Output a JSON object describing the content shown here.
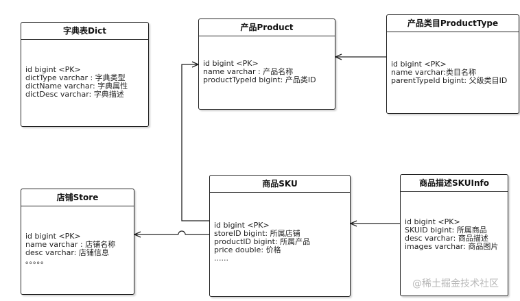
{
  "entities": {
    "dict": {
      "title": "字典表Dict",
      "fields": [
        "id bigint <PK>",
        "dictType varchar : 字典类型",
        "dictName varchar: 字典属性",
        "dictDesc varchar: 字典描述"
      ]
    },
    "product": {
      "title": "产品Product",
      "fields": [
        "id bigint <PK>",
        "name varchar : 产品名称",
        "productTypeId bigint: 产品类ID"
      ]
    },
    "product_type": {
      "title": "产品类目ProductType",
      "fields": [
        "id bigint <PK>",
        "name varchar:类目名称",
        "parentTypeId bigint: 父级类目ID"
      ]
    },
    "store": {
      "title": "店铺Store",
      "fields": [
        "id bigint <PK>",
        "name varchar : 店铺名称",
        "desc varchar: 店铺信息",
        "。。。。。"
      ]
    },
    "sku": {
      "title": "商品SKU",
      "fields": [
        "id bigint <PK>",
        "storeID bigint: 所属店铺",
        "productID bigint: 所属产品",
        "price double: 价格",
        "......"
      ]
    },
    "sku_info": {
      "title": "商品描述SKUInfo",
      "fields": [
        "id bigint <PK>",
        "SKUID bigint: 所属商品",
        "desc varchar: 商品描述",
        "images varchar: 商品图片"
      ]
    }
  },
  "watermark": "@稀土掘金技术社区",
  "colors": {
    "border": "#222222",
    "text": "#222222",
    "watermark": "#b8b8b8"
  }
}
